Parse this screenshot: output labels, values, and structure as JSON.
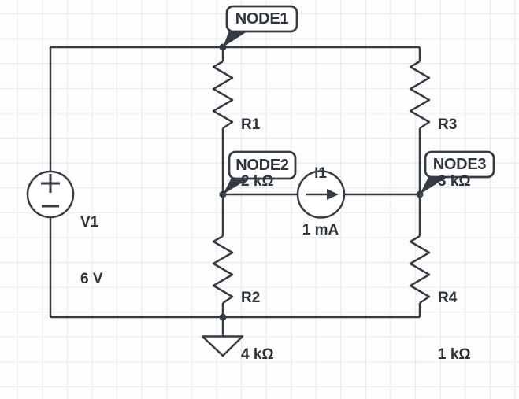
{
  "diagram": {
    "type": "circuit-schematic",
    "colors": {
      "stroke": "#363c45",
      "text": "#2e343b",
      "shape_fill": "#ffffff",
      "grid_line": "#e8e8e8",
      "background": "#fdfdfd"
    },
    "nodes": {
      "node1": {
        "label": "NODE1"
      },
      "node2": {
        "label": "NODE2"
      },
      "node3": {
        "label": "NODE3"
      }
    },
    "components": {
      "v1": {
        "name": "V1",
        "value": "6 V",
        "kind": "voltage-source"
      },
      "i1": {
        "name": "I1",
        "value": "1 mA",
        "kind": "current-source"
      },
      "r1": {
        "name": "R1",
        "value": "2 kΩ",
        "kind": "resistor"
      },
      "r2": {
        "name": "R2",
        "value": "4 kΩ",
        "kind": "resistor"
      },
      "r3": {
        "name": "R3",
        "value": "3 kΩ",
        "kind": "resistor"
      },
      "r4": {
        "name": "R4",
        "value": "1 kΩ",
        "kind": "resistor"
      }
    },
    "other_symbols": [
      "ground"
    ]
  }
}
